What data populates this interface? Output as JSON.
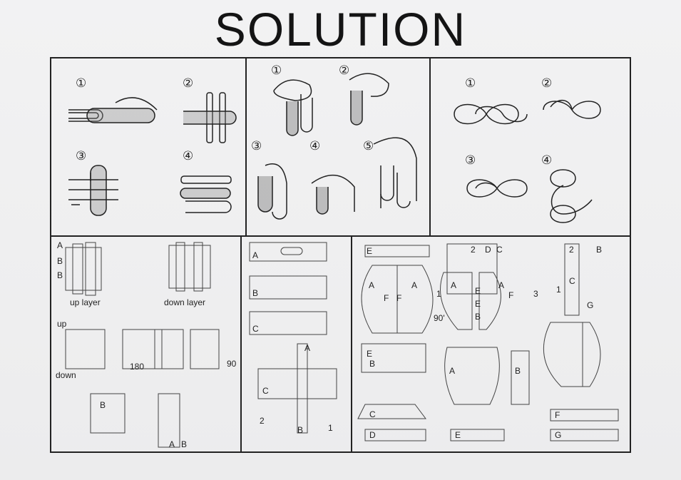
{
  "title": "SOLUTION",
  "panels": {
    "p1": {
      "steps": [
        "①",
        "②",
        "③",
        "④"
      ]
    },
    "p2": {
      "steps": [
        "①",
        "②",
        "③",
        "④",
        "⑤"
      ]
    },
    "p3": {
      "steps": [
        "①",
        "②",
        "③",
        "④"
      ]
    },
    "p4": {
      "up_layer": "up layer",
      "down_layer": "down layer",
      "up": "up",
      "down": "down",
      "rot180": "180",
      "rot90": "90",
      "piece_a": "A",
      "piece_b": "B"
    },
    "p5": {
      "a": "A",
      "b": "B",
      "c": "C",
      "n1": "1",
      "n2": "2"
    },
    "p6": {
      "d": "D",
      "c": "C",
      "e": "E",
      "a": "A",
      "f": "F",
      "b": "B",
      "g": "G",
      "n1": "1",
      "n2": "2",
      "n3": "3",
      "deg90": "90'"
    }
  },
  "colors": {
    "line": "#222222",
    "fill": "#8a8a8a",
    "paper": "#f0f0f1"
  }
}
